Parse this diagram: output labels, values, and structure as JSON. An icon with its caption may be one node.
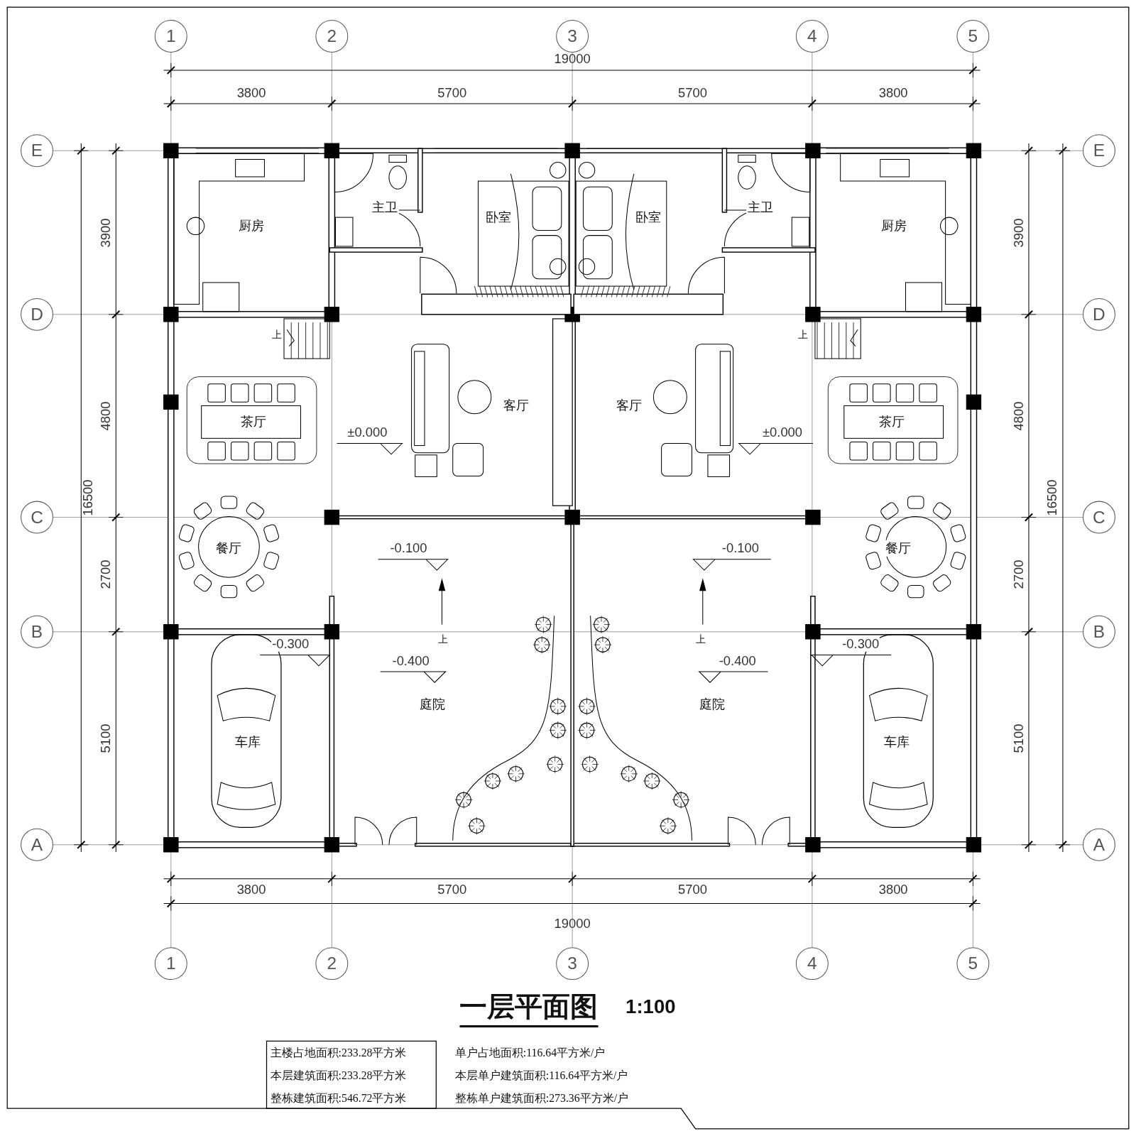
{
  "diagram": {
    "title": "一层平面图",
    "nodes": [
      {
        "text": [
          "厨房"
        ]
      },
      {
        "text": [
          "主卫"
        ]
      },
      {
        "text": [
          "卧室"
        ]
      },
      {
        "text": [
          "卧室"
        ]
      },
      {
        "text": [
          "主卫"
        ]
      },
      {
        "text": [
          "厨房"
        ]
      },
      {
        "text": [
          "茶厅"
        ]
      },
      {
        "text": [
          "客厅"
        ]
      },
      {
        "text": [
          "客厅"
        ]
      },
      {
        "text": [
          "茶厅"
        ]
      },
      {
        "text": [
          "餐厅"
        ]
      },
      {
        "text": [
          "餐厅"
        ]
      },
      {
        "text": [
          "庭院"
        ]
      },
      {
        "text": [
          "庭院"
        ]
      },
      {
        "text": [
          "车库"
        ]
      },
      {
        "text": [
          "车库"
        ]
      }
    ],
    "labels": [
      "1",
      "2",
      "3",
      "4",
      "5",
      "19000",
      "3800",
      "5700",
      "5700",
      "3800",
      "E",
      "E",
      "3900",
      "3900",
      "D",
      "D",
      "上",
      "上",
      "4800",
      "4800",
      "±0.000",
      "±0.000",
      "16500",
      "16500",
      "C",
      "C",
      "-0.100",
      "-0.100",
      "2700",
      "2700",
      "B",
      "B",
      "上",
      "上",
      "-0.300",
      "-0.300",
      "-0.400",
      "-0.400",
      "5100",
      "5100",
      "A",
      "A",
      "3800",
      "5700",
      "5700",
      "3800",
      "19000",
      "1",
      "2",
      "3",
      "4",
      "5",
      "1:100",
      "主楼占地面积:233.28平方米",
      "单户占地面积:116.64平方米/户",
      "本层建筑面积:233.28平方米",
      "本层单户建筑面积:116.64平方米/户",
      "整栋建筑面积:546.72平方米",
      "整栋单户建筑面积:273.36平方米/户"
    ]
  }
}
